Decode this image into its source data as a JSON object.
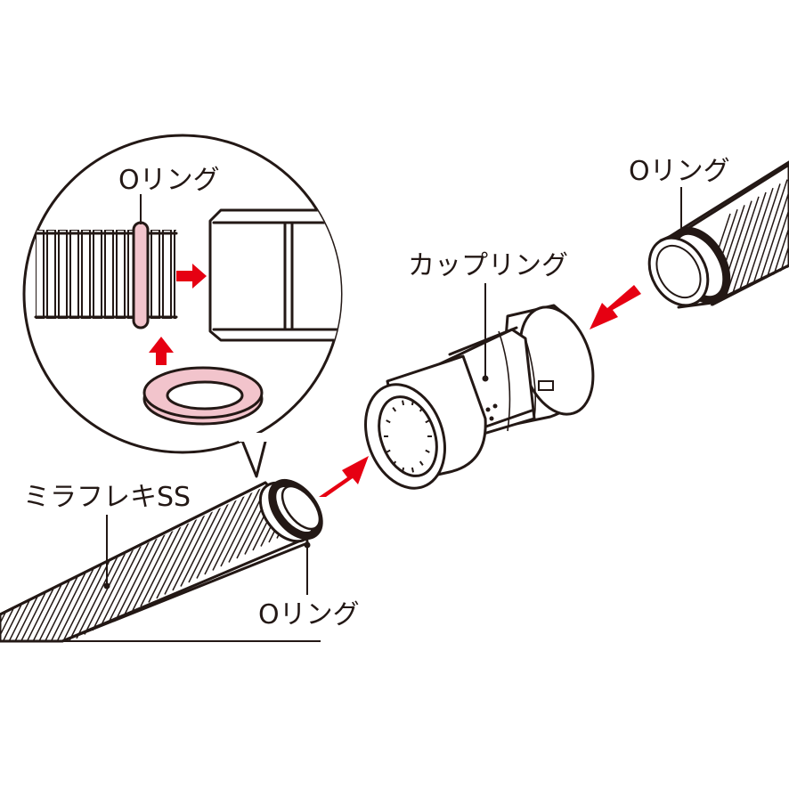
{
  "labels": {
    "detail_oring": "Oリング",
    "right_oring": "Oリング",
    "coupling": "カップリング",
    "pipe": "ミラフレキSS",
    "bottom_oring": "Oリング"
  },
  "colors": {
    "ink": "#231815",
    "arrow": "#e60012",
    "oring_pink": "#f2c4cc",
    "oring_black": "#231815",
    "background": "#ffffff"
  },
  "icons": {
    "arrow": "red-block-arrow"
  }
}
